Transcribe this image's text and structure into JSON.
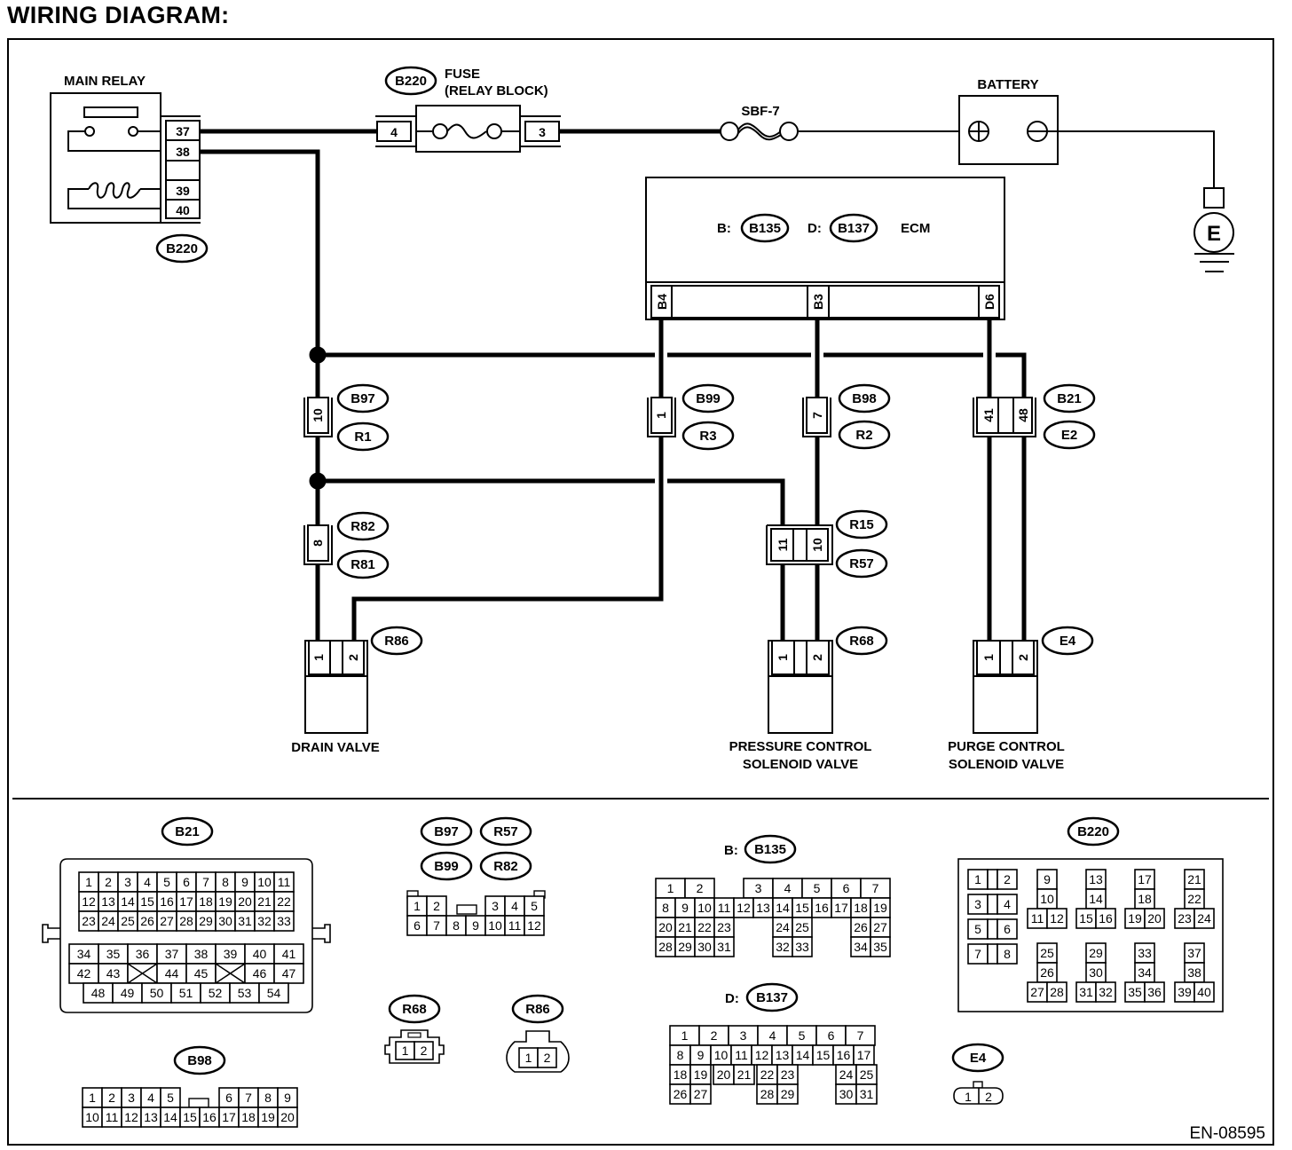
{
  "title": "WIRING DIAGRAM:",
  "document_code": "EN-08595",
  "components": {
    "main_relay": {
      "label": "MAIN RELAY",
      "connector": "B220",
      "pins": [
        "37",
        "38",
        "39",
        "40"
      ]
    },
    "fuse": {
      "label_line1": "FUSE",
      "label_line2": "(RELAY BLOCK)",
      "connector": "B220",
      "pin_in": "4",
      "pin_out": "3"
    },
    "sbf": {
      "label": "SBF-7"
    },
    "battery": {
      "label": "BATTERY",
      "positive": "+",
      "negative": "−"
    },
    "ground": {
      "label": "E"
    },
    "ecm": {
      "label": "ECM",
      "b_prefix": "B:",
      "b_connector": "B135",
      "d_prefix": "D:",
      "d_connector": "B137",
      "terminals": [
        "B4",
        "B3",
        "D6"
      ]
    },
    "drain_valve": {
      "label": "DRAIN VALVE",
      "connector": "R86",
      "pins": [
        "1",
        "2"
      ]
    },
    "pressure_valve": {
      "label_line1": "PRESSURE CONTROL",
      "label_line2": "SOLENOID VALVE",
      "connector": "R68",
      "pins": [
        "1",
        "2"
      ]
    },
    "purge_valve": {
      "label_line1": "PURGE CONTROL",
      "label_line2": "SOLENOID VALVE",
      "connector": "E4",
      "pins": [
        "1",
        "2"
      ]
    }
  },
  "inline_connectors": {
    "b97_r1": {
      "top": "B97",
      "bottom": "R1",
      "pin": "10"
    },
    "b99_r3": {
      "top": "B99",
      "bottom": "R3",
      "pin": "1"
    },
    "b98_r2": {
      "top": "B98",
      "bottom": "R2",
      "pin": "7"
    },
    "b21_e2": {
      "top": "B21",
      "bottom": "E2",
      "pins": [
        "41",
        "48"
      ]
    },
    "r82_r81": {
      "top": "R82",
      "bottom": "R81",
      "pin": "8"
    },
    "r15_r57": {
      "top": "R15",
      "bottom": "R57",
      "pins": [
        "11",
        "10"
      ]
    }
  },
  "connector_views": {
    "b21": {
      "name": "B21",
      "row1": [
        "1",
        "2",
        "3",
        "4",
        "5",
        "6",
        "7",
        "8",
        "9",
        "10",
        "11"
      ],
      "row2": [
        "12",
        "13",
        "14",
        "15",
        "16",
        "17",
        "18",
        "19",
        "20",
        "21",
        "22"
      ],
      "row3": [
        "23",
        "24",
        "25",
        "26",
        "27",
        "28",
        "29",
        "30",
        "31",
        "32",
        "33"
      ],
      "row4": [
        "34",
        "35",
        "36",
        "37",
        "38",
        "39",
        "40",
        "41"
      ],
      "row5": [
        "42",
        "43",
        "X",
        "44",
        "45",
        "X",
        "46",
        "47"
      ],
      "row6": [
        "48",
        "49",
        "50",
        "51",
        "52",
        "53",
        "54"
      ]
    },
    "b97_group": {
      "names": [
        "B97",
        "R57",
        "B99",
        "R82"
      ],
      "row1": [
        "1",
        "2",
        "",
        "",
        "3",
        "4",
        "5"
      ],
      "row2": [
        "6",
        "7",
        "8",
        "9",
        "10",
        "11",
        "12"
      ]
    },
    "b135": {
      "prefix": "B:",
      "name": "B135",
      "row1": [
        "1",
        "2",
        "",
        "3",
        "4",
        "5",
        "6",
        "7"
      ],
      "row2": [
        "8",
        "9",
        "10",
        "11",
        "12",
        "13",
        "14",
        "15",
        "16",
        "17",
        "18",
        "19"
      ],
      "row3": [
        "20",
        "21",
        "22",
        "23",
        "24",
        "25",
        "26",
        "27"
      ],
      "row4": [
        "28",
        "29",
        "30",
        "31",
        "32",
        "33",
        "34",
        "35"
      ]
    },
    "b137": {
      "prefix": "D:",
      "name": "B137",
      "row1": [
        "1",
        "2",
        "3",
        "4",
        "5",
        "6",
        "7"
      ],
      "row2": [
        "8",
        "9",
        "10",
        "11",
        "12",
        "13",
        "14",
        "15",
        "16",
        "17"
      ],
      "row3": [
        "18",
        "19",
        "20",
        "21",
        "22",
        "23",
        "24",
        "25"
      ],
      "row4": [
        "26",
        "27",
        "28",
        "29",
        "30",
        "31"
      ]
    },
    "b220": {
      "name": "B220",
      "pairs": [
        [
          "1",
          "2"
        ],
        [
          "3",
          "4"
        ],
        [
          "5",
          "6"
        ],
        [
          "7",
          "8"
        ]
      ],
      "groups": [
        [
          "9",
          "10",
          "11",
          "12"
        ],
        [
          "13",
          "14",
          "15",
          "16"
        ],
        [
          "17",
          "18",
          "19",
          "20"
        ],
        [
          "21",
          "22",
          "23",
          "24"
        ],
        [
          "25",
          "26",
          "27",
          "28"
        ],
        [
          "29",
          "30",
          "31",
          "32"
        ],
        [
          "33",
          "34",
          "35",
          "36"
        ],
        [
          "37",
          "38",
          "39",
          "40"
        ]
      ]
    },
    "b98": {
      "name": "B98",
      "row1": [
        "1",
        "2",
        "3",
        "4",
        "5",
        "6",
        "7",
        "8",
        "9"
      ],
      "row2": [
        "10",
        "11",
        "12",
        "13",
        "14",
        "15",
        "16",
        "17",
        "18",
        "19",
        "20"
      ]
    },
    "r68": {
      "name": "R68",
      "pins": [
        "1",
        "2"
      ]
    },
    "r86": {
      "name": "R86",
      "pins": [
        "1",
        "2"
      ]
    },
    "e4": {
      "name": "E4",
      "pins": [
        "1",
        "2"
      ]
    }
  }
}
